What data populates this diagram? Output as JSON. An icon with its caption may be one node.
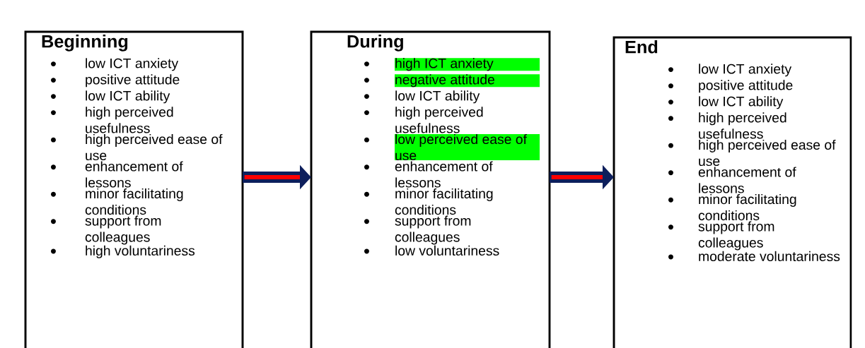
{
  "diagram": {
    "nodes": [
      {
        "text": [
          "Beginning",
          "low ICT anxiety",
          "positive attitude",
          "low ICT ability",
          "high perceived usefulness",
          "high perceived ease of use",
          "enhancement of lessons",
          "minor facilitating conditions",
          "support from colleagues",
          "high voluntariness"
        ]
      },
      {
        "text": [
          "During",
          "high ICT anxiety",
          "negative attitude",
          "low ICT ability",
          "high perceived usefulness",
          "low perceived ease of use",
          "enhancement of lessons",
          "minor facilitating conditions",
          "support from colleagues",
          "low voluntariness"
        ]
      },
      {
        "text": [
          "End",
          "low ICT anxiety",
          "positive attitude",
          "low ICT ability",
          "high perceived usefulness",
          "high perceived ease of use",
          "enhancement of lessons",
          "minor facilitating conditions",
          "support from colleagues",
          "moderate voluntariness"
        ]
      }
    ],
    "edges": [
      {
        "from": 0,
        "to": 1,
        "arrow": "to"
      },
      {
        "from": 1,
        "to": 2,
        "arrow": "to"
      }
    ]
  }
}
